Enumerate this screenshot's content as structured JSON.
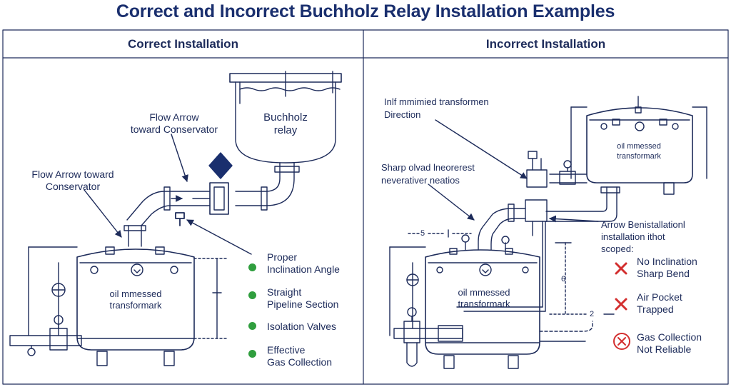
{
  "title": "Correct and Incorrect Buchholz Relay Installation Examples",
  "colors": {
    "ink": "#1d2b5a",
    "title": "#1a2f6e",
    "good": "#2f9e3e",
    "bad": "#d32f2f",
    "relay": "#1a2f6e"
  },
  "correct": {
    "heading": "Correct Installation",
    "relay_label": "Buchholz\nrelay",
    "flow_label_top": "Flow Arrow\ntoward Conservator",
    "flow_label_left": "Flow Arrow toward\nConservator",
    "tank_label": "oil mmessed\ntransformark",
    "checks": [
      {
        "text": "Proper\nInclination Angle",
        "icon": "green-dot"
      },
      {
        "text": "Straight\nPipeline Section",
        "icon": "green-dot"
      },
      {
        "text": "Isolation Valves",
        "icon": "green-dot"
      },
      {
        "text": "Effective\nGas Collection",
        "icon": "green-dot"
      }
    ]
  },
  "incorrect": {
    "heading": "Incorrect Installation",
    "label_top": "Inlf mmimied transformen\nDirection",
    "label_mid": "Sharp olvad lneorerest\nneverativer neatios",
    "conservator_label": "oil mmessed\ntransformark",
    "tank_label": "oil mmessed\ntransformark",
    "arrow_label": "Arrow Benistallationl\ninstallation ithot\nscoped:",
    "dim_5": "5",
    "dim_6": "6",
    "dim_2": "2",
    "faults": [
      {
        "text": "No Inclination\nSharp Bend",
        "icon": "red-x"
      },
      {
        "text": "Air Pocket\nTrapped",
        "icon": "red-x"
      },
      {
        "text": "Gas Collection\nNot Reliable",
        "icon": "red-circle-x"
      }
    ]
  }
}
